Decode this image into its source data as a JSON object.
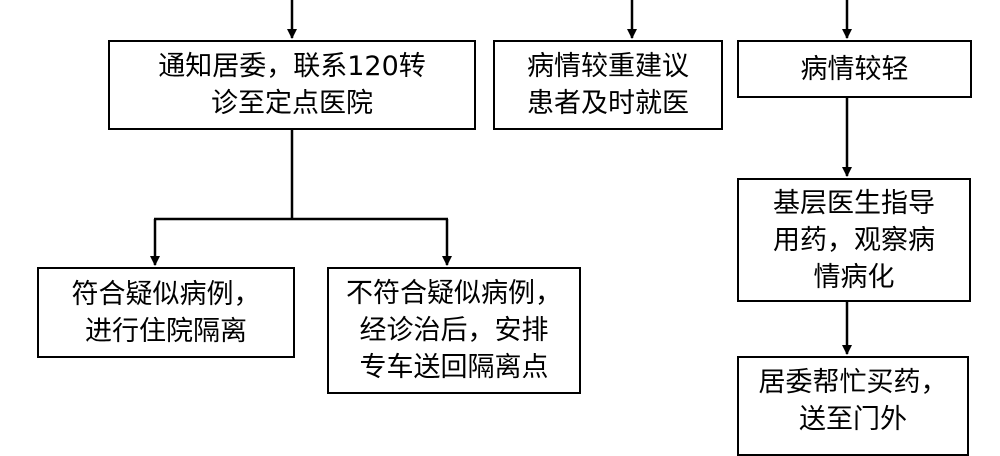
{
  "flowchart": {
    "nodes": {
      "notify": {
        "lines": [
          "通知居委，联系120转",
          "诊至定点医院"
        ]
      },
      "severe": {
        "lines": [
          "病情较重建议",
          "患者及时就医"
        ]
      },
      "mild": {
        "lines": [
          "病情较轻"
        ]
      },
      "doctor": {
        "lines": [
          "基层医生指导",
          "用药，观察病",
          "情病化"
        ]
      },
      "suspect": {
        "lines": [
          "符合疑似病例，",
          "进行住院隔离"
        ]
      },
      "not_suspect": {
        "lines": [
          "不符合疑似病例，",
          "经诊治后，安排",
          "专车送回隔离点"
        ]
      },
      "buy_medicine": {
        "lines": [
          "居委帮忙买药，",
          "送至门外"
        ]
      }
    }
  },
  "colors": {
    "line": "#000000",
    "box_border": "#000000",
    "background": "#ffffff",
    "text": "#000000"
  }
}
